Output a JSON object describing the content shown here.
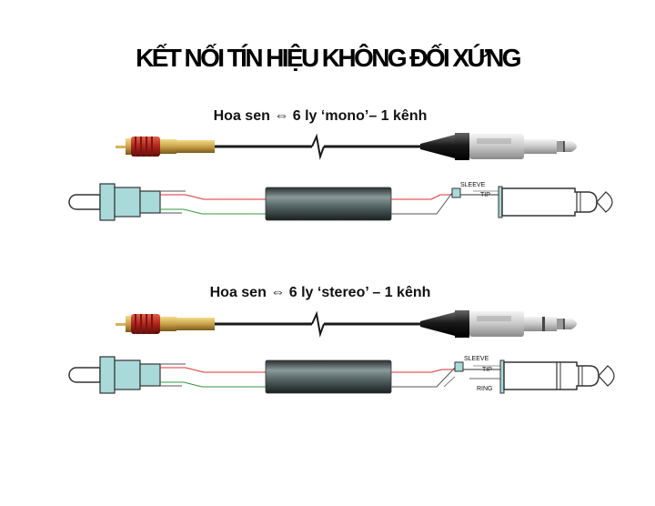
{
  "title": "KẾT NỐI TÍN HIỆU KHÔNG ĐỐI XỨNG",
  "section_mono": {
    "heading": "Hoa sen ⇔ 6 ly ‘mono’– 1 kênh",
    "labels": {
      "sleeve": "SLEEVE",
      "tip": "TIP"
    }
  },
  "section_stereo": {
    "heading": "Hoa sen ⇔ 6 ly ‘stereo’ – 1 kênh",
    "labels": {
      "sleeve": "SLEEVE",
      "tip": "TIP",
      "ring": "RING"
    }
  },
  "colors": {
    "rca_gold": "#c9a24a",
    "rca_red": "#b0231c",
    "cable": "#1a1a1a",
    "plug_silver": "#c8c8c8",
    "schematic_fill": "#a9d9d9",
    "wire_red": "#e03030",
    "wire_green": "#2e9a3e",
    "sleeve_body": "#5a6a6a"
  }
}
